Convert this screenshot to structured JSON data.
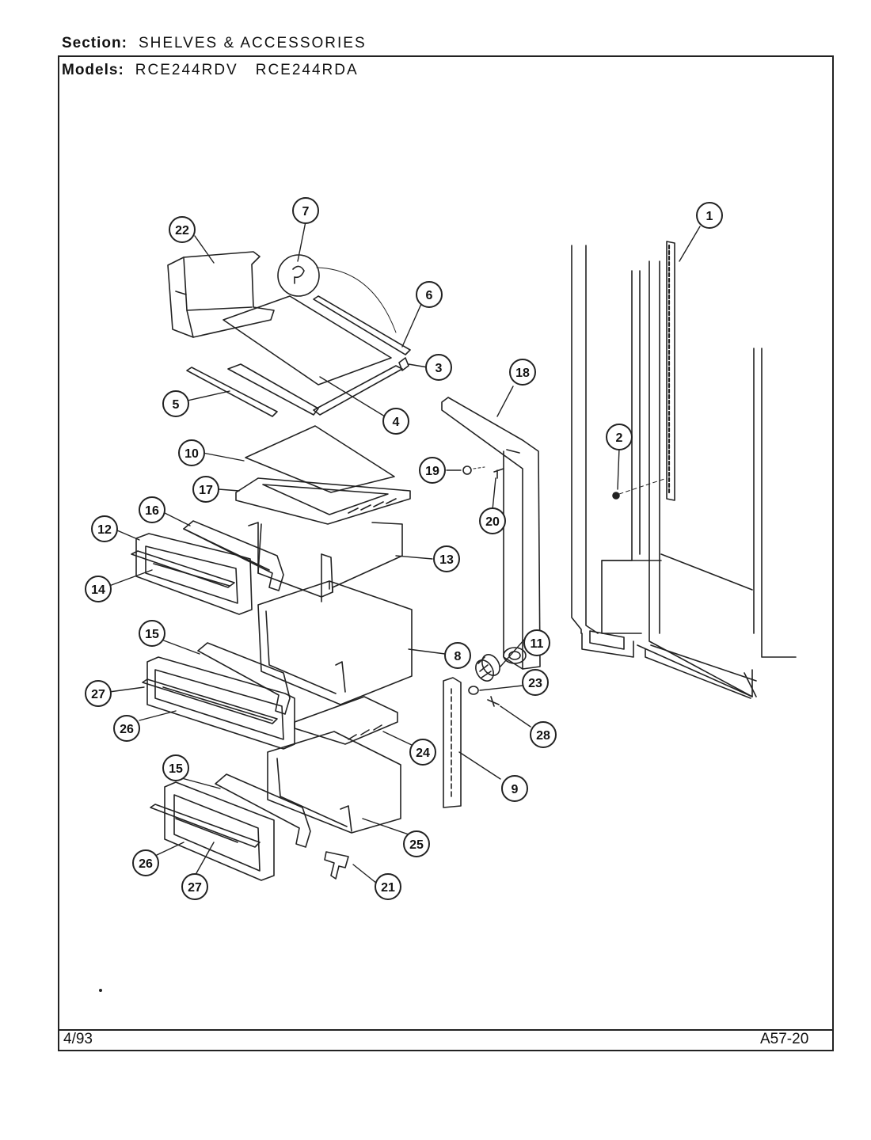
{
  "header": {
    "section_label": "Section:",
    "section_value": "SHELVES & ACCESSORIES",
    "models_label": "Models:",
    "models": [
      "RCE244RDV",
      "RCE244RDA"
    ]
  },
  "footer": {
    "date": "4/93",
    "page_code": "A57-20"
  },
  "callouts": [
    "1",
    "2",
    "3",
    "4",
    "5",
    "6",
    "7",
    "8",
    "9",
    "10",
    "11",
    "12",
    "13",
    "14",
    "15",
    "15",
    "16",
    "17",
    "18",
    "19",
    "20",
    "21",
    "22",
    "23",
    "24",
    "25",
    "26",
    "26",
    "27",
    "27",
    "28"
  ]
}
